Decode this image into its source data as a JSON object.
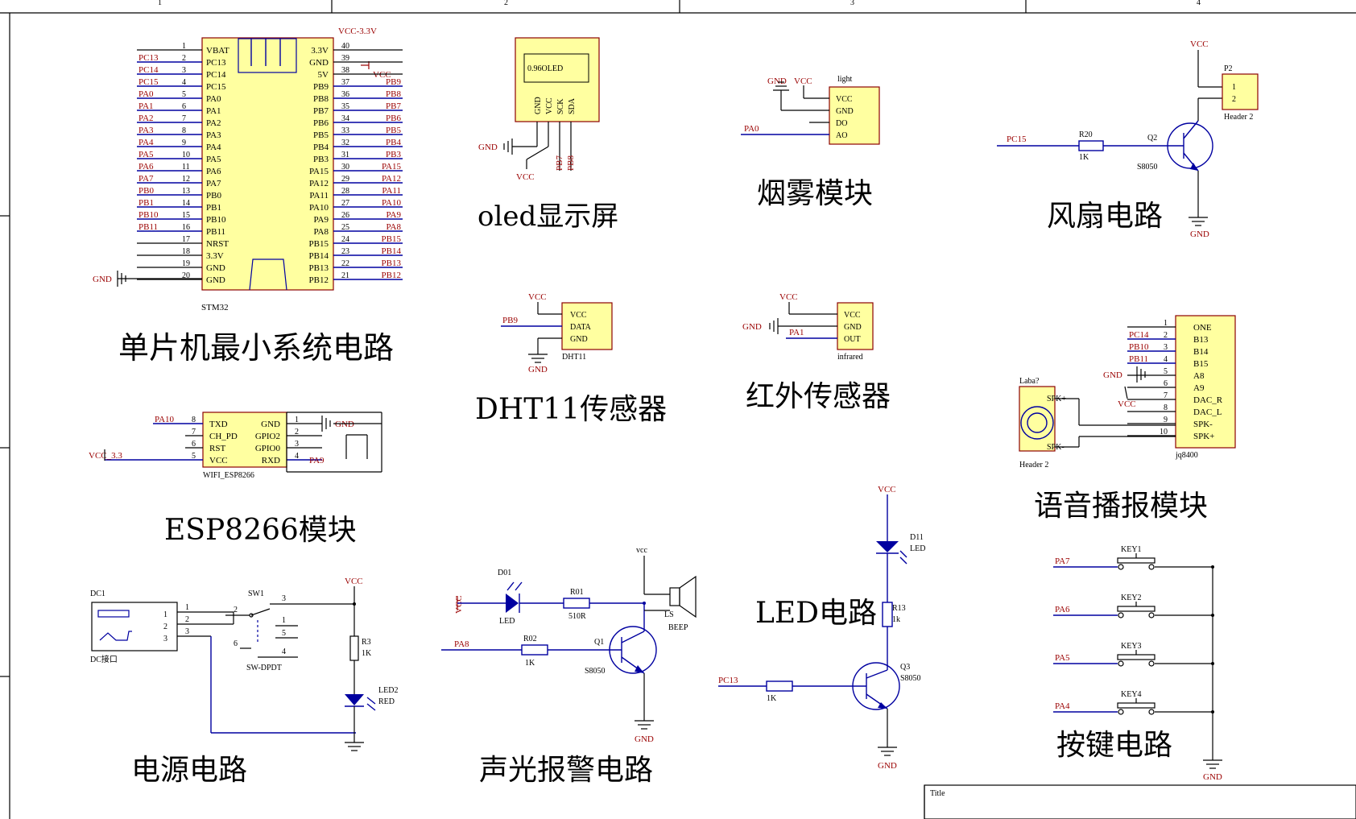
{
  "frame": {
    "zones": [
      "1",
      "2",
      "3",
      "4"
    ],
    "title_label": "Title"
  },
  "sections": {
    "mcu": "单片机最小系统电路",
    "oled": "oled显示屏",
    "smoke": "烟雾模块",
    "fan": "风扇电路",
    "dht": "DHT11传感器",
    "ir": "红外传感器",
    "voice": "语音播报模块",
    "esp": "ESP8266模块",
    "power": "电源电路",
    "alarm": "声光报警电路",
    "led": "LED电路",
    "keys": "按键电路"
  },
  "mcu": {
    "name": "STM32",
    "top_power": "VCC-3.3V",
    "vcc_net": "VCC",
    "gnd_net": "GND",
    "left_pins": [
      {
        "num": "1",
        "name": "VBAT",
        "net": ""
      },
      {
        "num": "2",
        "name": "PC13",
        "net": "PC13"
      },
      {
        "num": "3",
        "name": "PC14",
        "net": "PC14"
      },
      {
        "num": "4",
        "name": "PC15",
        "net": "PC15"
      },
      {
        "num": "5",
        "name": "PA0",
        "net": "PA0"
      },
      {
        "num": "6",
        "name": "PA1",
        "net": "PA1"
      },
      {
        "num": "7",
        "name": "PA2",
        "net": "PA2"
      },
      {
        "num": "8",
        "name": "PA3",
        "net": "PA3"
      },
      {
        "num": "9",
        "name": "PA4",
        "net": "PA4"
      },
      {
        "num": "10",
        "name": "PA5",
        "net": "PA5"
      },
      {
        "num": "11",
        "name": "PA6",
        "net": "PA6"
      },
      {
        "num": "12",
        "name": "PA7",
        "net": "PA7"
      },
      {
        "num": "13",
        "name": "PB0",
        "net": "PB0"
      },
      {
        "num": "14",
        "name": "PB1",
        "net": "PB1"
      },
      {
        "num": "15",
        "name": "PB10",
        "net": "PB10"
      },
      {
        "num": "16",
        "name": "PB11",
        "net": "PB11"
      },
      {
        "num": "17",
        "name": "NRST",
        "net": ""
      },
      {
        "num": "18",
        "name": "3.3V",
        "net": ""
      },
      {
        "num": "19",
        "name": "GND",
        "net": ""
      },
      {
        "num": "20",
        "name": "GND",
        "net": ""
      }
    ],
    "right_pins": [
      {
        "num": "40",
        "name": "3.3V",
        "net": ""
      },
      {
        "num": "39",
        "name": "GND",
        "net": ""
      },
      {
        "num": "38",
        "name": "5V",
        "net": ""
      },
      {
        "num": "37",
        "name": "PB9",
        "net": "PB9"
      },
      {
        "num": "36",
        "name": "PB8",
        "net": "PB8"
      },
      {
        "num": "35",
        "name": "PB7",
        "net": "PB7"
      },
      {
        "num": "34",
        "name": "PB6",
        "net": "PB6"
      },
      {
        "num": "33",
        "name": "PB5",
        "net": "PB5"
      },
      {
        "num": "32",
        "name": "PB4",
        "net": "PB4"
      },
      {
        "num": "31",
        "name": "PB3",
        "net": "PB3"
      },
      {
        "num": "30",
        "name": "PA15",
        "net": "PA15"
      },
      {
        "num": "29",
        "name": "PA12",
        "net": "PA12"
      },
      {
        "num": "28",
        "name": "PA11",
        "net": "PA11"
      },
      {
        "num": "27",
        "name": "PA10",
        "net": "PA10"
      },
      {
        "num": "26",
        "name": "PA9",
        "net": "PA9"
      },
      {
        "num": "25",
        "name": "PA8",
        "net": "PA8"
      },
      {
        "num": "24",
        "name": "PB15",
        "net": "PB15"
      },
      {
        "num": "23",
        "name": "PB14",
        "net": "PB14"
      },
      {
        "num": "22",
        "name": "PB13",
        "net": "PB13"
      },
      {
        "num": "21",
        "name": "PB12",
        "net": "PB12"
      }
    ]
  },
  "oled": {
    "name": "0.96OLED",
    "pins": [
      "GND",
      "VCC",
      "SCK",
      "SDA"
    ],
    "gnd": "GND",
    "vcc": "VCC",
    "scl_net": "PB7",
    "sda_net": "PB8"
  },
  "smoke": {
    "top_gnd": "GND",
    "top_vcc": "VCC",
    "name": "light",
    "pins": [
      "VCC",
      "GND",
      "DO",
      "AO"
    ],
    "net": "PA0"
  },
  "fan": {
    "vcc": "VCC",
    "header": "P2",
    "header_name": "Header 2",
    "pins": [
      "1",
      "2"
    ],
    "net": "PC15",
    "res": "R20",
    "res_val": "1K",
    "q": "Q2",
    "q_type": "S8050",
    "gnd": "GND"
  },
  "dht": {
    "vcc": "VCC",
    "net": "PB9",
    "gnd": "GND",
    "name": "DHT11",
    "pins": [
      "VCC",
      "DATA",
      "GND"
    ]
  },
  "ir": {
    "vcc": "VCC",
    "gnd": "GND",
    "net": "PA1",
    "name": "infrared",
    "pins": [
      "VCC",
      "GND",
      "OUT"
    ]
  },
  "voice": {
    "name": "jq8400",
    "pins": [
      {
        "num": "1",
        "name": "ONE",
        "net": ""
      },
      {
        "num": "2",
        "name": "B13",
        "net": "PC14"
      },
      {
        "num": "3",
        "name": "B14",
        "net": "PB10"
      },
      {
        "num": "4",
        "name": "B15",
        "net": "PB11"
      },
      {
        "num": "5",
        "name": "A8",
        "net": ""
      },
      {
        "num": "6",
        "name": "A9",
        "net": ""
      },
      {
        "num": "7",
        "name": "DAC_R",
        "net": ""
      },
      {
        "num": "8",
        "name": "DAC_L",
        "net": ""
      },
      {
        "num": "9",
        "name": "SPK-",
        "net": ""
      },
      {
        "num": "10",
        "name": "SPK+",
        "net": ""
      }
    ],
    "gnd": "GND",
    "vcc": "VCC",
    "spk": "Laba?",
    "spk_p": "SPK+",
    "spk_n": "SPK-",
    "spk_header": "Header 2"
  },
  "esp": {
    "name": "WIFI_ESP8266",
    "left": [
      {
        "num": "8",
        "name": "TXD",
        "net": "PA10"
      },
      {
        "num": "7",
        "name": "CH_PD",
        "net": ""
      },
      {
        "num": "6",
        "name": "RST",
        "net": ""
      },
      {
        "num": "5",
        "name": "VCC",
        "net": "VCC_3.3"
      }
    ],
    "right": [
      {
        "num": "1",
        "name": "GND",
        "net": "GND"
      },
      {
        "num": "2",
        "name": "GPIO2",
        "net": ""
      },
      {
        "num": "3",
        "name": "GPIO0",
        "net": ""
      },
      {
        "num": "4",
        "name": "RXD",
        "net": "PA9"
      }
    ]
  },
  "power": {
    "dc": "DC1",
    "dc_name": "DC接口",
    "dc_pins": [
      "1",
      "2",
      "3"
    ],
    "sw": "SW1",
    "sw_name": "SW-DPDT",
    "sw_pins": [
      "2",
      "3",
      "1",
      "5",
      "6",
      "4"
    ],
    "vcc": "VCC",
    "r": "R3",
    "r_val": "1K",
    "led": "LED2",
    "led_color": "RED"
  },
  "alarm": {
    "vcc": "VCC",
    "led": "D01",
    "led_name": "LED",
    "r1": "R01",
    "r1_val": "510R",
    "buzzer_vcc": "vcc",
    "buzzer": "LS",
    "buzzer_name": "BEEP",
    "net": "PA8",
    "r2": "R02",
    "r2_val": "1K",
    "q": "Q1",
    "q_type": "S8050",
    "gnd": "GND"
  },
  "led": {
    "vcc": "VCC",
    "d": "D11",
    "d_name": "LED",
    "r": "R13",
    "r_val": "1k",
    "net": "PC13",
    "rb_val": "1K",
    "q": "Q3",
    "q_type": "S8050",
    "gnd": "GND"
  },
  "keys": {
    "items": [
      {
        "net": "PA7",
        "name": "KEY1"
      },
      {
        "net": "PA6",
        "name": "KEY2"
      },
      {
        "net": "PA5",
        "name": "KEY3"
      },
      {
        "net": "PA4",
        "name": "KEY4"
      }
    ],
    "gnd": "GND"
  }
}
